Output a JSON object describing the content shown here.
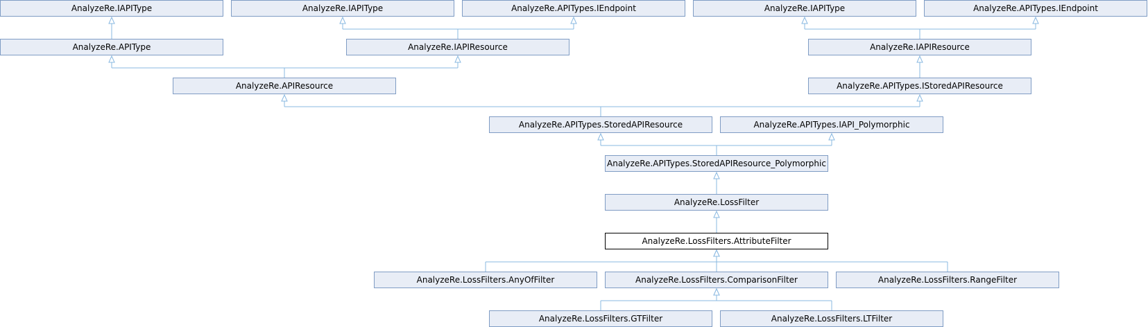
{
  "diagram": {
    "colors": {
      "node_fill": "#e8edf6",
      "node_border": "#7f9cc4",
      "current_fill": "#ffffff",
      "current_border": "#000000",
      "edge": "#89b8e1"
    },
    "nodes": [
      {
        "id": "iapitype_1",
        "label": "AnalyzeRe.IAPIType"
      },
      {
        "id": "iapitype_2",
        "label": "AnalyzeRe.IAPIType"
      },
      {
        "id": "iendpoint_1",
        "label": "AnalyzeRe.APITypes.IEndpoint"
      },
      {
        "id": "iapitype_3",
        "label": "AnalyzeRe.IAPIType"
      },
      {
        "id": "iendpoint_2",
        "label": "AnalyzeRe.APITypes.IEndpoint"
      },
      {
        "id": "apitype",
        "label": "AnalyzeRe.APIType"
      },
      {
        "id": "iapiresource_1",
        "label": "AnalyzeRe.IAPIResource"
      },
      {
        "id": "iapiresource_2",
        "label": "AnalyzeRe.IAPIResource"
      },
      {
        "id": "apiresource",
        "label": "AnalyzeRe.APIResource"
      },
      {
        "id": "istoredapiresource",
        "label": "AnalyzeRe.APITypes.IStoredAPIResource"
      },
      {
        "id": "storedapiresource",
        "label": "AnalyzeRe.APITypes.StoredAPIResource"
      },
      {
        "id": "iapi_polymorphic",
        "label": "AnalyzeRe.APITypes.IAPI_Polymorphic"
      },
      {
        "id": "storedapiresource_polymorphic",
        "label": "AnalyzeRe.APITypes.StoredAPIResource_Polymorphic"
      },
      {
        "id": "lossfilter",
        "label": "AnalyzeRe.LossFilter"
      },
      {
        "id": "attributefilter",
        "label": "AnalyzeRe.LossFilters.AttributeFilter",
        "current": true
      },
      {
        "id": "anyoffilter",
        "label": "AnalyzeRe.LossFilters.AnyOfFilter"
      },
      {
        "id": "comparisonfilter",
        "label": "AnalyzeRe.LossFilters.ComparisonFilter"
      },
      {
        "id": "rangefilter",
        "label": "AnalyzeRe.LossFilters.RangeFilter"
      },
      {
        "id": "gtfilter",
        "label": "AnalyzeRe.LossFilters.GTFilter"
      },
      {
        "id": "ltfilter",
        "label": "AnalyzeRe.LossFilters.LTFilter"
      }
    ],
    "edges": [
      {
        "child": "apitype",
        "parents": [
          "iapitype_1"
        ]
      },
      {
        "child": "iapiresource_1",
        "parents": [
          "iapitype_2",
          "iendpoint_1"
        ]
      },
      {
        "child": "iapiresource_2",
        "parents": [
          "iapitype_3",
          "iendpoint_2"
        ]
      },
      {
        "child": "apiresource",
        "parents": [
          "apitype",
          "iapiresource_1"
        ]
      },
      {
        "child": "istoredapiresource",
        "parents": [
          "iapiresource_2"
        ]
      },
      {
        "child": "storedapiresource",
        "parents": [
          "apiresource",
          "istoredapiresource"
        ]
      },
      {
        "child": "storedapiresource_polymorphic",
        "parents": [
          "storedapiresource",
          "iapi_polymorphic"
        ]
      },
      {
        "child": "lossfilter",
        "parents": [
          "storedapiresource_polymorphic"
        ]
      },
      {
        "child": "attributefilter",
        "parents": [
          "lossfilter"
        ]
      },
      {
        "child": "anyoffilter",
        "parents": [
          "attributefilter"
        ]
      },
      {
        "child": "comparisonfilter",
        "parents": [
          "attributefilter"
        ]
      },
      {
        "child": "rangefilter",
        "parents": [
          "attributefilter"
        ]
      },
      {
        "child": "gtfilter",
        "parents": [
          "comparisonfilter"
        ]
      },
      {
        "child": "ltfilter",
        "parents": [
          "comparisonfilter"
        ]
      }
    ]
  }
}
